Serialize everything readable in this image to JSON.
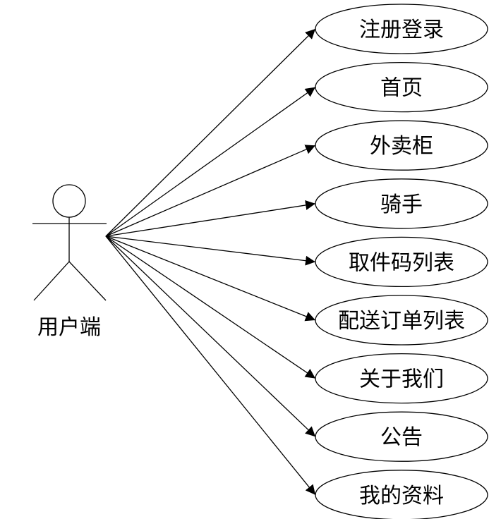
{
  "diagram": {
    "type": "use-case",
    "line_color": "#000000",
    "background_color": "#ffffff",
    "actor": {
      "label": "用户端",
      "icon": "stick-figure-icon"
    },
    "use_cases": [
      {
        "label": "注册登录"
      },
      {
        "label": "首页"
      },
      {
        "label": "外卖柜"
      },
      {
        "label": "骑手"
      },
      {
        "label": "取件码列表"
      },
      {
        "label": "配送订单列表"
      },
      {
        "label": "关于我们"
      },
      {
        "label": "公告"
      },
      {
        "label": "我的资料"
      }
    ]
  }
}
